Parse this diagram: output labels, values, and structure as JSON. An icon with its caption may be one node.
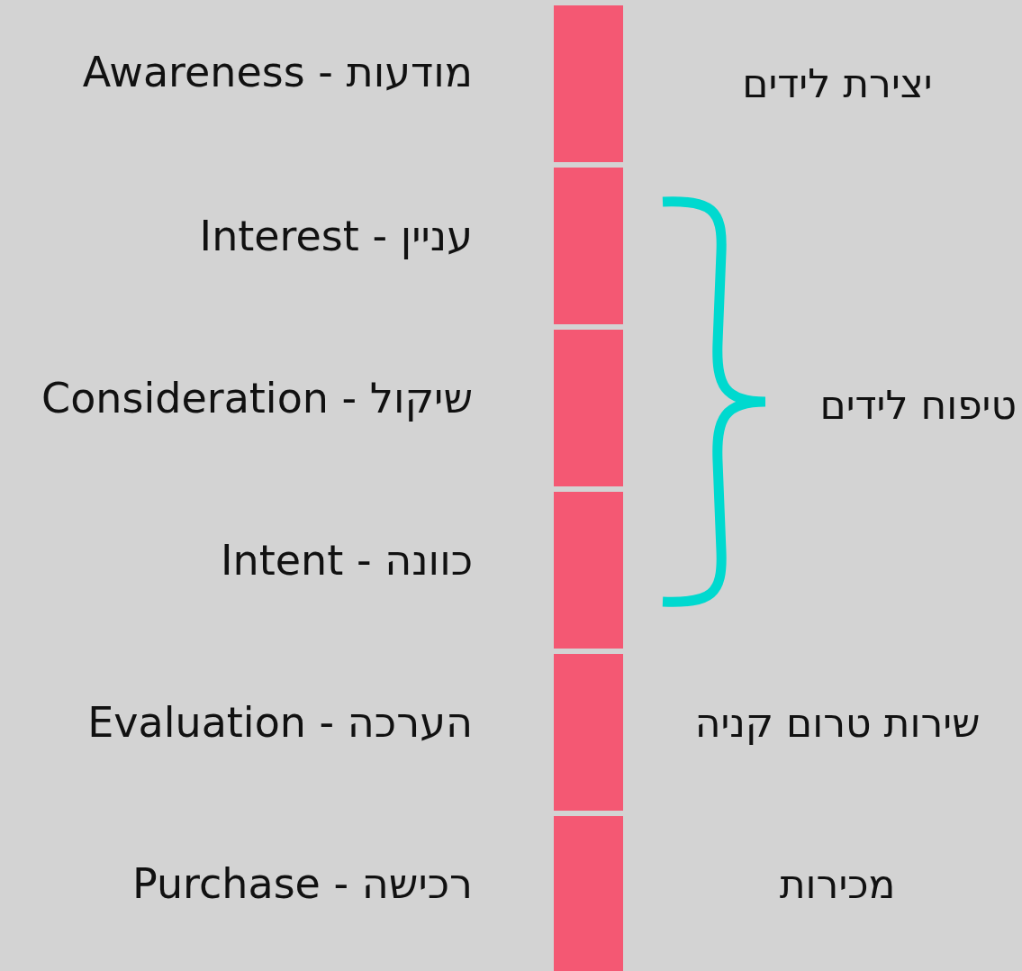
{
  "diagram": {
    "nodes": [
      {
        "text": [],
        "shape": "bar",
        "beside": [
          "Awareness - מודעות",
          "יצירת לידים"
        ]
      },
      {
        "text": [],
        "shape": "bar",
        "beside": [
          "Interest - עניין"
        ]
      },
      {
        "text": [],
        "shape": "bar",
        "beside": [
          "Consideration - שיקול"
        ]
      },
      {
        "text": [],
        "shape": "bar",
        "beside": [
          "Intent - כוונה"
        ]
      },
      {
        "text": [],
        "shape": "bar",
        "beside": [
          "Evaluation - הערכה",
          "שירות טרום קניה"
        ]
      },
      {
        "text": [],
        "shape": "bar",
        "beside": [
          "Purchase - רכישה",
          "מכירות"
        ]
      }
    ],
    "edges": [],
    "labels": [
      "טיפוח לידים"
    ]
  }
}
